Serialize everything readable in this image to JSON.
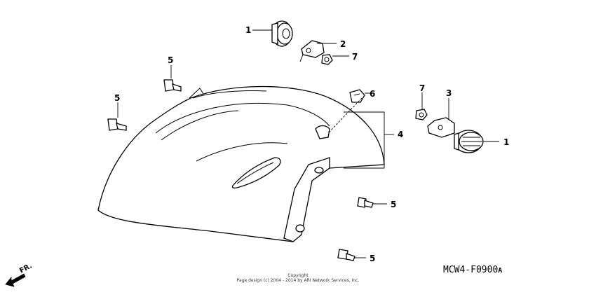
{
  "callouts": {
    "c1_top": "1",
    "c2": "2",
    "c7_top": "7",
    "c5_top_a": "5",
    "c5_top_b": "5",
    "c6": "6",
    "c4": "4",
    "c7_right": "7",
    "c3": "3",
    "c1_right": "1",
    "c5_mid": "5",
    "c5_bottom": "5"
  },
  "diagram_code": "MCW4-F0900",
  "diagram_code_suffix": "A",
  "direction_label": "FR.",
  "copyright_line1": "Copyright",
  "copyright_line2": "Page design (c) 2004 - 2014 by ARI Network Services, Inc."
}
